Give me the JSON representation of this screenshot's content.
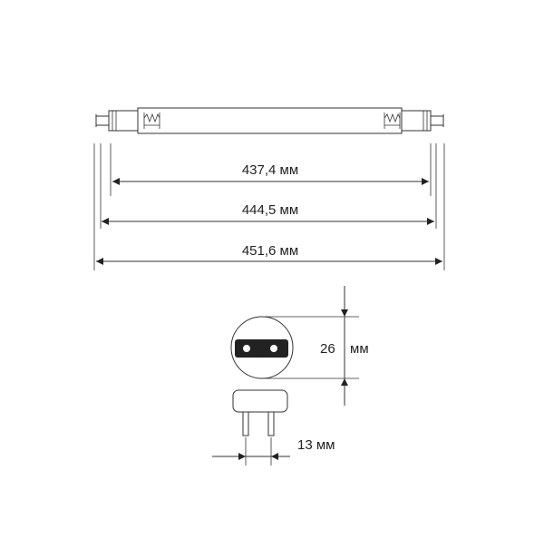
{
  "dimensions": {
    "tube_inner_length": "437,4 мм",
    "tube_pin_length": "444,5 мм",
    "tube_overall_length": "451,6 мм",
    "diameter_value": "26",
    "diameter_unit": "мм",
    "pin_spacing": "13 мм"
  },
  "colors": {
    "stroke": "#333333",
    "fill_dark": "#222222",
    "background": "#ffffff"
  }
}
